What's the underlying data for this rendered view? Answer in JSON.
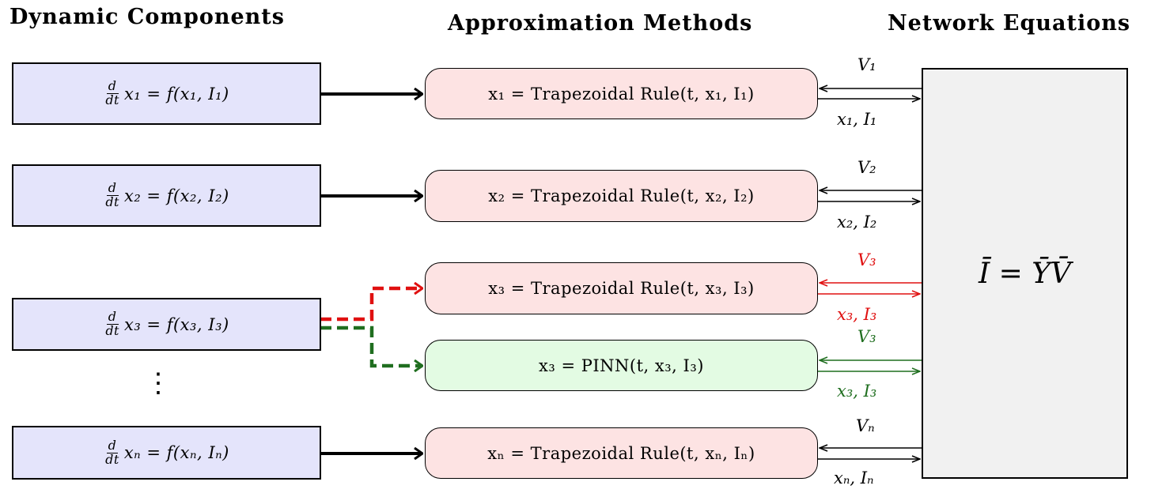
{
  "headers": {
    "dynamic": "Dynamic Components",
    "approx": "Approximation Methods",
    "network": "Network Equations"
  },
  "dynamic_components": [
    {
      "d": "d",
      "dt": "dt",
      "eq": "x₁ = f(x₁, I₁)"
    },
    {
      "d": "d",
      "dt": "dt",
      "eq": "x₂ = f(x₂, I₂)"
    },
    {
      "d": "d",
      "dt": "dt",
      "eq": "x₃ = f(x₃, I₃)"
    },
    {
      "d": "d",
      "dt": "dt",
      "eq": "xₙ = f(xₙ, Iₙ)"
    }
  ],
  "ellipsis": "⋮",
  "approx_methods": [
    {
      "text": "x₁ = Trapezoidal Rule(t, x₁, I₁)"
    },
    {
      "text": "x₂ = Trapezoidal Rule(t, x₂, I₂)"
    },
    {
      "text": "x₃ = Trapezoidal Rule(t, x₃, I₃)"
    },
    {
      "text": "x₃ = PINN(t, x₃, I₃)"
    },
    {
      "text": "xₙ = Trapezoidal Rule(t, xₙ, Iₙ)"
    }
  ],
  "network_equation": "Ī = ȲV̄",
  "links": [
    {
      "v": "V₁",
      "xi": "x₁, I₁"
    },
    {
      "v": "V₂",
      "xi": "x₂, I₂"
    },
    {
      "v": "V₃",
      "xi": "x₃, I₃"
    },
    {
      "v": "V₃",
      "xi": "x₃, I₃"
    },
    {
      "v": "Vₙ",
      "xi": "xₙ, Iₙ"
    }
  ],
  "colors": {
    "dynamic_fill": "#e4e4fb",
    "trapezoidal_fill": "#fde3e3",
    "pinn_fill": "#e3fbe3",
    "network_fill": "#f1f1f1",
    "red_path": "#e01010",
    "green_path": "#1f6e1f"
  }
}
